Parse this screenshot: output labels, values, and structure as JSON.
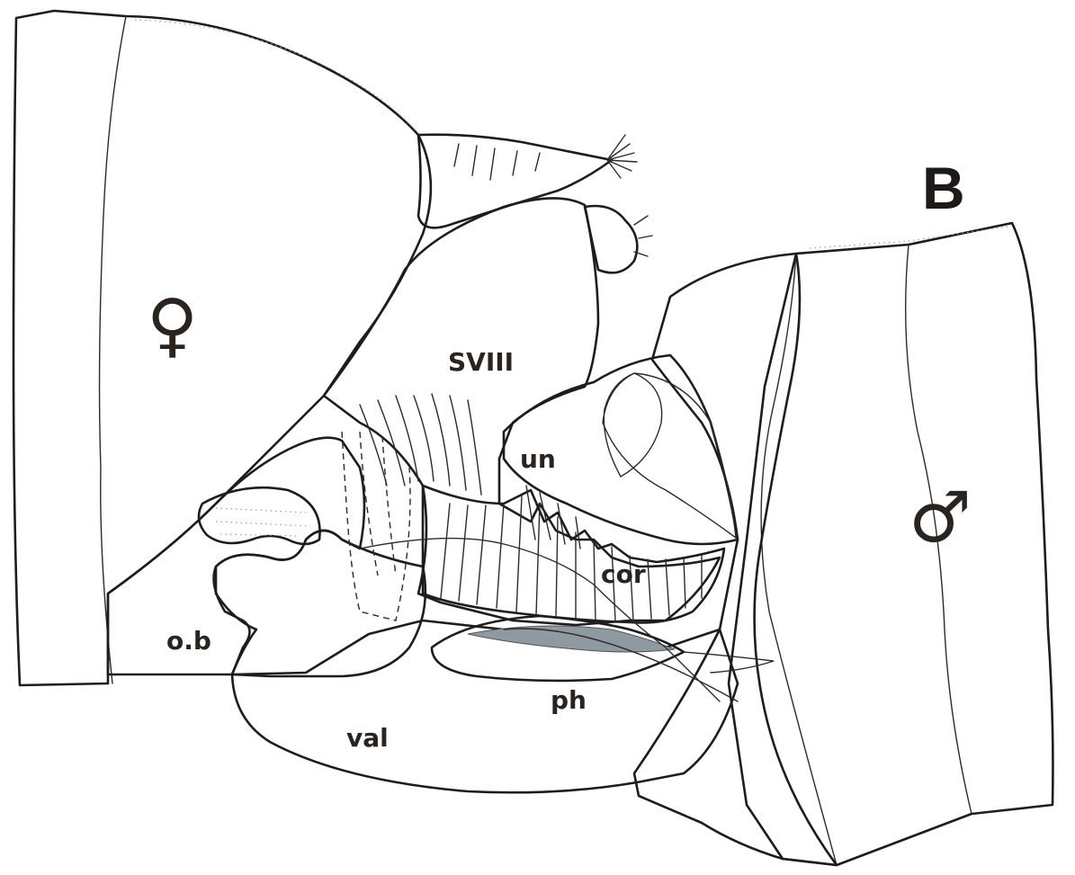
{
  "figure": {
    "panel_letter": "B",
    "colors": {
      "female": "#ecd2d8",
      "male": "#cfe3ea",
      "outline": "#1d1d1d",
      "background": "#ffffff"
    },
    "labels": {
      "female_symbol": "♀",
      "male_symbol": "♂",
      "sviii": "SVIII",
      "uncus": "un",
      "corona": "cor",
      "ostium_bursae": "o.b",
      "phallus": "ph",
      "valva": "val"
    }
  }
}
